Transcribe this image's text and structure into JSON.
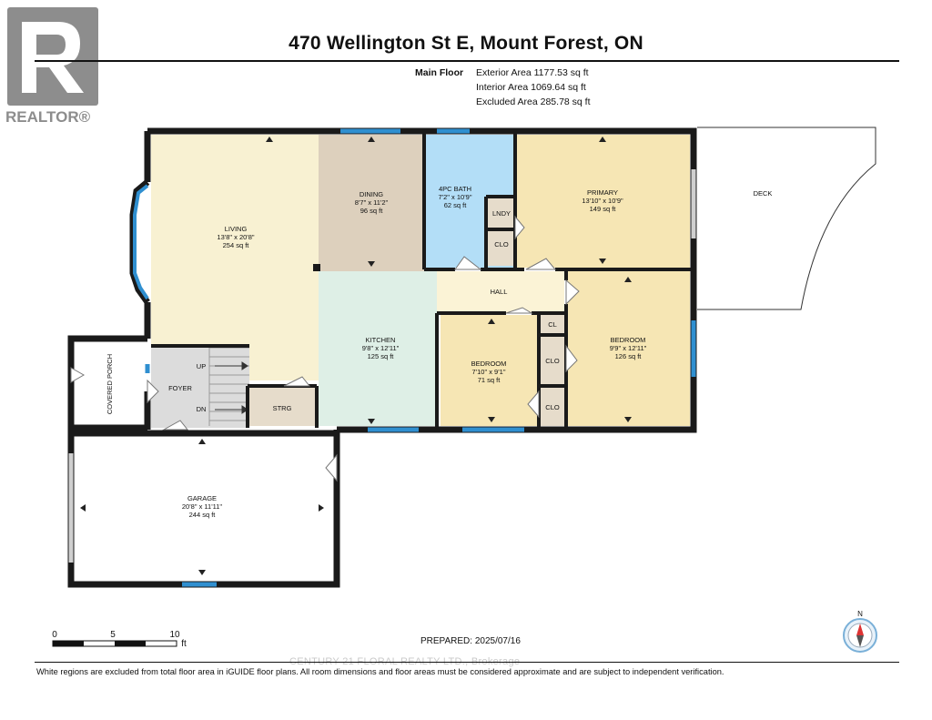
{
  "title": "470 Wellington St E, Mount Forest, ON",
  "logo": {
    "brand_text": "REALTOR®"
  },
  "area_summary": {
    "floor": "Main Floor",
    "exterior": "Exterior Area 1177.53 sq ft",
    "interior": "Interior Area 1069.64 sq ft",
    "excluded": "Excluded Area 285.78 sq ft"
  },
  "rooms": {
    "living": {
      "name": "LIVING",
      "dims": "13'8\" x 20'8\"",
      "area": "254 sq ft"
    },
    "dining": {
      "name": "DINING",
      "dims": "8'7\" x 11'2\"",
      "area": "96 sq ft"
    },
    "bath": {
      "name": "4PC BATH",
      "dims": "7'2\" x 10'9\"",
      "area": "62 sq ft"
    },
    "primary": {
      "name": "PRIMARY",
      "dims": "13'10\" x 10'9\"",
      "area": "149 sq ft"
    },
    "kitchen": {
      "name": "KITCHEN",
      "dims": "9'8\" x 12'11\"",
      "area": "125 sq ft"
    },
    "bedroom_small": {
      "name": "BEDROOM",
      "dims": "7'10\" x 9'1\"",
      "area": "71 sq ft"
    },
    "bedroom_large": {
      "name": "BEDROOM",
      "dims": "9'9\" x 12'11\"",
      "area": "126 sq ft"
    },
    "garage": {
      "name": "GARAGE",
      "dims": "20'8\" x 11'11\"",
      "area": "244 sq ft"
    }
  },
  "labels": {
    "deck": "DECK",
    "hall": "HALL",
    "foyer": "FOYER",
    "covered_porch": "COVERED PORCH",
    "strg": "STRG",
    "lndy": "LNDY",
    "clo": "CLO",
    "cl": "CL",
    "up": "UP",
    "dn": "DN"
  },
  "scale_bar": {
    "ticks": [
      "0",
      "5",
      "10"
    ],
    "unit": "ft"
  },
  "compass": {
    "north_label": "N"
  },
  "prepared": "PREPARED: 2025/07/16",
  "watermark": "CENTURY 21 FLORAL REALTY LTD., Brokerage",
  "footnote": "White regions are excluded from total floor area in iGUIDE floor plans. All room dimensions and floor areas must be considered approximate and are subject to independent verification.",
  "colors": {
    "living": "#f8f1d2",
    "dining": "#ddd0bd",
    "bath": "#b3def7",
    "bedroom": "#f6e6b4",
    "kitchen": "#deefe6",
    "hall": "#fbf3d6",
    "storage": "#e6dccb",
    "foyer": "#dcdcdc",
    "wall": "#1a1a1a",
    "window": "#2f8fd0"
  }
}
